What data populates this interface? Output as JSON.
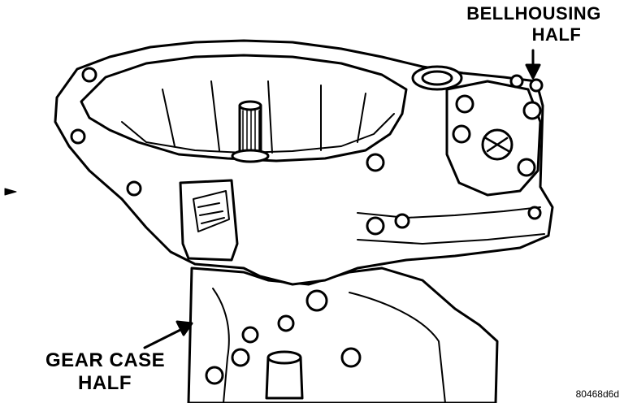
{
  "labels": {
    "bellhousing_line1": "BELLHOUSING",
    "bellhousing_line2": "HALF",
    "gearcase_line1": "GEAR CASE",
    "gearcase_line2": "HALF"
  },
  "figure_id": "80468d6d",
  "colors": {
    "ink": "#000000",
    "paper": "#ffffff"
  }
}
